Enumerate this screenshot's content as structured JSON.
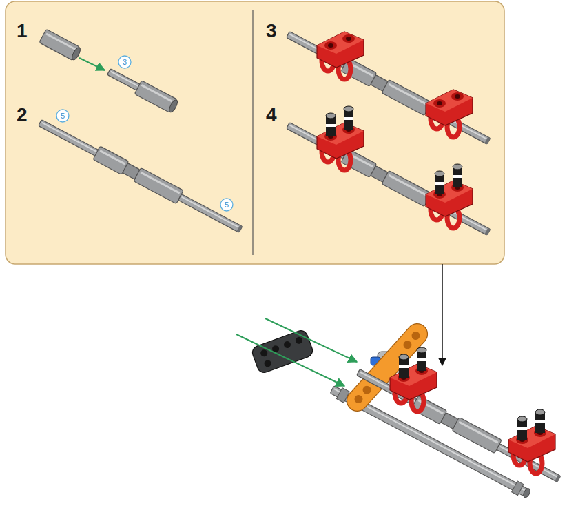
{
  "diagram": {
    "labels": [
      "1",
      "3",
      "2",
      "5",
      "5",
      "3",
      "4"
    ]
  }
}
